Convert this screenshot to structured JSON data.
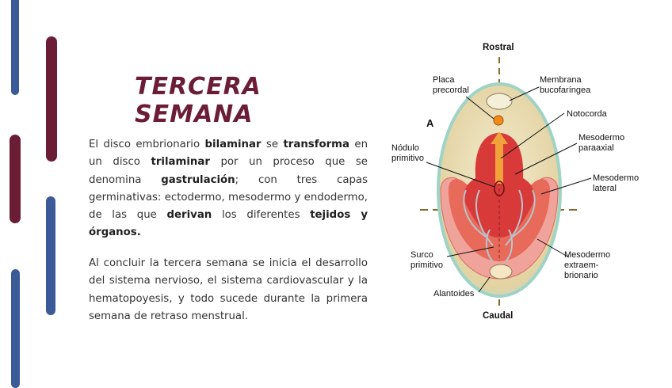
{
  "slide": {
    "title": "TERCERA SEMANA",
    "paragraph1": [
      {
        "t": "El disco embrionario ",
        "b": false
      },
      {
        "t": "bilaminar",
        "b": true
      },
      {
        "t": " se ",
        "b": false
      },
      {
        "t": "transforma",
        "b": true
      },
      {
        "t": " en un disco ",
        "b": false
      },
      {
        "t": "trilaminar",
        "b": true
      },
      {
        "t": " por un proceso que se denomina ",
        "b": false
      },
      {
        "t": "gastrulación",
        "b": true
      },
      {
        "t": "; con tres capas germinativas: ectodermo, mesodermo y endodermo, de las que ",
        "b": false
      },
      {
        "t": "derivan",
        "b": true
      },
      {
        "t": " los diferentes ",
        "b": false
      },
      {
        "t": "tejidos y órganos.",
        "b": true
      }
    ],
    "paragraph2": "Al concluir la tercera semana se inicia el desarrollo del sistema nervioso, el sistema cardiovascular y la hematopoyesis, y todo sucede durante la primera semana de retraso menstrual."
  },
  "diagram": {
    "panel_letter": "A",
    "labels": {
      "rostral": "Rostral",
      "caudal": "Caudal",
      "placa_1": "Placa",
      "placa_2": "precordal",
      "membrana_1": "Membrana",
      "membrana_2": "bucofaríngea",
      "notocorda": "Notocorda",
      "nodulo_1": "Nódulo",
      "nodulo_2": "primitivo",
      "mparaaxial_1": "Mesodermo",
      "mparaaxial_2": "paraaxial",
      "mlateral_1": "Mesodermo",
      "mlateral_2": "lateral",
      "surco_1": "Surco",
      "surco_2": "primitivo",
      "mextra_1": "Mesodermo",
      "mextra_2": "extraem-",
      "mextra_3": "brionario",
      "alantoides": "Alantoides"
    }
  },
  "colors": {
    "maroon": "#6b1d36",
    "blue": "#3a5a98",
    "disc_fill": "#e8dbb0",
    "mesoderm_red": "#d83a3a",
    "mesoderm_pink": "#f0a39a",
    "notochord_orange": "#f2a23a"
  }
}
